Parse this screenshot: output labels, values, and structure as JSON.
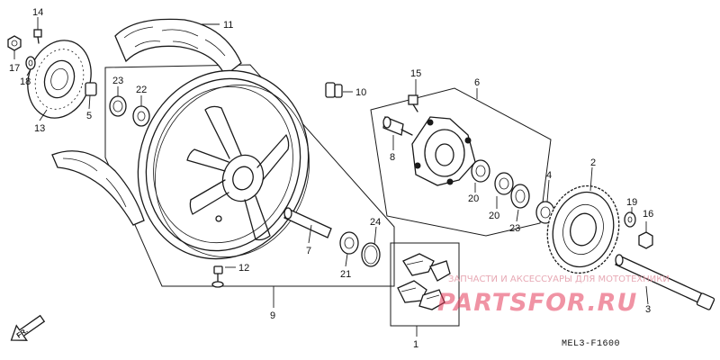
{
  "callouts": {
    "c1": "1",
    "c2": "2",
    "c3": "3",
    "c4": "4",
    "c5": "5",
    "c6": "6",
    "c7": "7",
    "c8": "8",
    "c9": "9",
    "c10": "10",
    "c11": "11",
    "c12": "12",
    "c13": "13",
    "c14": "14",
    "c15": "15",
    "c16": "16",
    "c17": "17",
    "c18": "18",
    "c19": "19",
    "c20a": "20",
    "c20b": "20",
    "c21": "21",
    "c22": "22",
    "c23a": "23",
    "c23b": "23",
    "c24": "24"
  },
  "diagram_code": "MEL3-F1600",
  "front_label": "FR.",
  "watermark": {
    "tagline": "ЗАПЧАСТИ И АКСЕССУАРЫ ДЛЯ МОТОТЕХНИКИ",
    "brand": "PARTSFOR.RU"
  },
  "colors": {
    "line": "#1a1a1a",
    "watermark": "#e53b5a"
  }
}
